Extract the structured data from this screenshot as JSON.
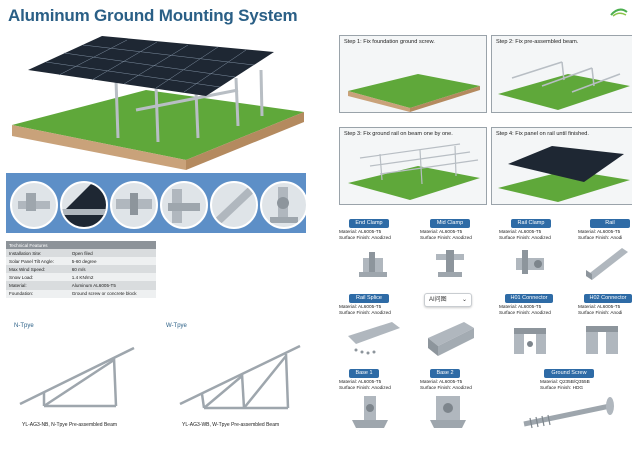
{
  "title": "Aluminum Ground Mounting System",
  "steps": [
    {
      "label": "Step 1: Fix foundation ground screw."
    },
    {
      "label": "Step 2: Fix pre-assembled beam."
    },
    {
      "label": "Step 3: Fix ground rail on beam one by one."
    },
    {
      "label": "Step 4: Fix panel on rail until finished."
    }
  ],
  "tech": {
    "header": "Technical  Features",
    "rows": [
      {
        "key": "Installation Site:",
        "value": "Open filed"
      },
      {
        "key": "Solar Panel Tilt Angle:",
        "value": "5-60 degree"
      },
      {
        "key": "Max Wind Speed:",
        "value": "60 m/s"
      },
      {
        "key": "Snow Load:",
        "value": "1.4 KN/m2"
      },
      {
        "key": "Material:",
        "value": "Aluminum AL6005-T5"
      },
      {
        "key": "Foundation:",
        "value": "Ground screw or concrete block"
      }
    ]
  },
  "types": [
    {
      "label": "N-Tpye",
      "caption": "YL-AG3-NB, N-Tpye Pre-assembled Beam"
    },
    {
      "label": "W-Tpye",
      "caption": "YL-AG3-WB, W-Tpye Pre-assembled Beam"
    }
  ],
  "spec_keys": {
    "material": "Material:",
    "finish": "Surface Finish:"
  },
  "parts": [
    {
      "name": "End Clamp",
      "material": "AL6005-T5",
      "finish": "Anodized"
    },
    {
      "name": "Mid Clamp",
      "material": "AL6005-T5",
      "finish": "Anodized"
    },
    {
      "name": "Rail Clamp",
      "material": "AL6005-T5",
      "finish": "Anodized"
    },
    {
      "name": "Rail",
      "material": "AL6005-T5",
      "finish": "Anodi"
    },
    {
      "name": "Rail Splice",
      "material": "AL6005-T5",
      "finish": "Anodized"
    },
    {
      "name": "H01 Connector",
      "material": "AL6005-T5",
      "finish": "Anodized"
    },
    {
      "name": "H02 Connector",
      "material": "AL6005-T5",
      "finish": "Anodi"
    },
    {
      "name": "Base 1",
      "material": "AL6005-T5",
      "finish": "Anodized"
    },
    {
      "name": "Base 2",
      "material": "AL6005-T5",
      "finish": "Anodized"
    },
    {
      "name": "Ground Screw",
      "material": "Q235B/Q355B",
      "finish": "HDG"
    }
  ],
  "ai_button": {
    "label": "AI问图",
    "chevron": "⌄"
  },
  "colors": {
    "title": "#2a5f86",
    "pill": "#2e6ba6",
    "strip": "#5d8fc7",
    "grass": "#5fa83a",
    "soil": "#c9a27a"
  }
}
